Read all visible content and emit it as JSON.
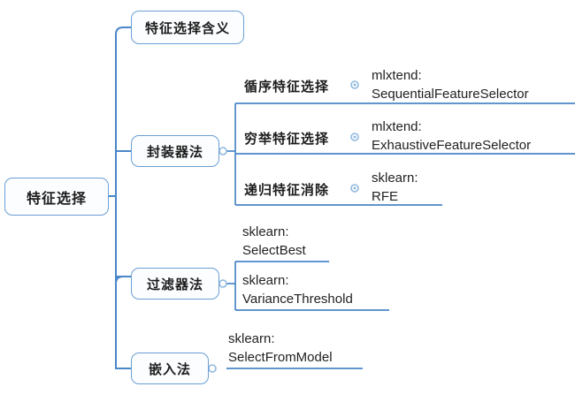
{
  "diagram": {
    "title": "特征选择",
    "type": "mind-map",
    "colors": {
      "node_border": "#6a9fd4",
      "node_fill": "#fcfdff",
      "connector": "#4a86c8",
      "underline": "#4a86c8",
      "text": "#1c1c1c"
    },
    "root": {
      "label": "特征选择"
    },
    "branches": [
      {
        "label": "特征选择含义",
        "children": []
      },
      {
        "label": "封装器法",
        "children": [
          {
            "label": "循序特征选择",
            "code_lib": "mlxtend:",
            "code_name": "SequentialFeatureSelector"
          },
          {
            "label": "穷举特征选择",
            "code_lib": "mlxtend:",
            "code_name": "ExhaustiveFeatureSelector"
          },
          {
            "label": "递归特征消除",
            "code_lib": "sklearn:",
            "code_name": "RFE"
          }
        ]
      },
      {
        "label": "过滤器法",
        "children": [
          {
            "label": "",
            "code_lib": "sklearn:",
            "code_name": "SelectBest"
          },
          {
            "label": "",
            "code_lib": "sklearn:",
            "code_name": "VarianceThreshold"
          }
        ]
      },
      {
        "label": "嵌入法",
        "children": [
          {
            "label": "",
            "code_lib": "sklearn:",
            "code_name": "SelectFromModel"
          }
        ]
      }
    ]
  }
}
